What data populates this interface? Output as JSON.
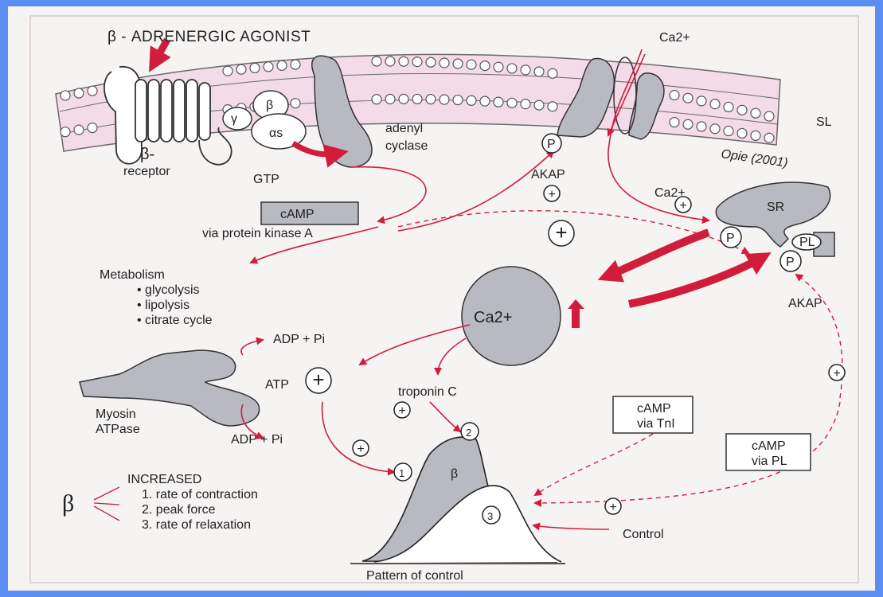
{
  "title": "β - ADRENERGIC AGONIST",
  "labels": {
    "ca_top": "Ca2+",
    "sl": "SL",
    "citation": "Opie (2001)",
    "gamma": "γ",
    "beta_sub": "β",
    "alpha_s": "αs",
    "beta_receptor_1": "β-",
    "beta_receptor_2": "receptor",
    "gtp": "GTP",
    "adenyl_1": "adenyl",
    "adenyl_2": "cyclase",
    "p": "P",
    "akap": "AKAP",
    "camp": "cAMP",
    "pka": "via protein kinase A",
    "ca_sr": "Ca2+",
    "sr": "SR",
    "pl": "PL",
    "metabolism": "Metabolism",
    "met_1": "• glycolysis",
    "met_2": "• lipolysis",
    "met_3": "• citrate cycle",
    "ca_center": "Ca2+",
    "akap_right": "AKAP",
    "adp_top": "ADP + Pi",
    "atp": "ATP",
    "adp_bottom": "ADP + Pi",
    "myosin_1": "Myosin",
    "myosin_2": "ATPase",
    "troponin": "troponin C",
    "camp_tni_1": "cAMP",
    "camp_tni_2": "via TnI",
    "camp_pl_1": "cAMP",
    "camp_pl_2": "via PL",
    "increased": "INCREASED",
    "inc_1": "1. rate of contraction",
    "inc_2": "2. peak force",
    "inc_3": "3. rate of relaxation",
    "beta_big": "β",
    "beta_curve": "β",
    "num_1": "1",
    "num_2": "2",
    "num_3": "3",
    "control": "Control",
    "pattern": "Pattern of control",
    "plus": "+"
  },
  "colors": {
    "page_border": "#5b8ef0",
    "background": "#f6f3f3",
    "membrane": "#f3dbe8",
    "protein": "#b9b9c1",
    "arrow": "#d11d3b",
    "ink": "#1f1f1f"
  }
}
